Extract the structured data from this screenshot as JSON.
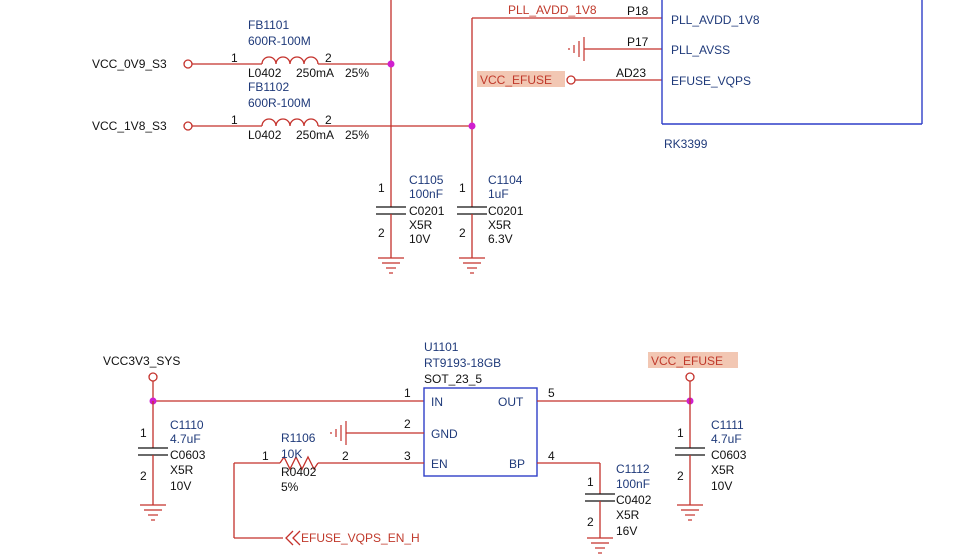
{
  "ferrite_beads": [
    {
      "ref": "FB1101",
      "value": "600R-100M",
      "footprint": "L0402",
      "current": "250mA",
      "tolerance": "25%",
      "net": "VCC_0V9_S3",
      "pin1": "1",
      "pin2": "2"
    },
    {
      "ref": "FB1102",
      "value": "600R-100M",
      "footprint": "L0402",
      "current": "250mA",
      "tolerance": "25%",
      "net": "VCC_1V8_S3",
      "pin1": "1",
      "pin2": "2"
    }
  ],
  "caps_top": [
    {
      "ref": "C1105",
      "value": "100nF",
      "footprint": "C0201",
      "dielectric": "X5R",
      "voltage": "10V",
      "pin1": "1",
      "pin2": "2"
    },
    {
      "ref": "C1104",
      "value": "1uF",
      "footprint": "C0201",
      "dielectric": "X5R",
      "voltage": "6.3V",
      "pin1": "1",
      "pin2": "2"
    }
  ],
  "chip": {
    "name": "RK3399",
    "pins": [
      {
        "number": "P18",
        "name": "PLL_AVDD_1V8"
      },
      {
        "number": "P17",
        "name": "PLL_AVSS"
      },
      {
        "number": "AD23",
        "name": "EFUSE_VQPS"
      }
    ]
  },
  "nets": {
    "pll_avdd": "PLL_AVDD_1V8",
    "vcc_efuse": "VCC_EFUSE",
    "vcc3v3": "VCC3V3_SYS",
    "efuse_en": "EFUSE_VQPS_EN_H"
  },
  "regulator": {
    "ref": "U1101",
    "part": "RT9193-18GB",
    "package": "SOT_23_5",
    "pins": [
      {
        "number": "1",
        "name": "IN"
      },
      {
        "number": "2",
        "name": "GND"
      },
      {
        "number": "3",
        "name": "EN"
      },
      {
        "number": "5",
        "name": "OUT"
      },
      {
        "number": "4",
        "name": "BP"
      }
    ]
  },
  "resistor": {
    "ref": "R1106",
    "value": "10K",
    "footprint": "R0402",
    "tolerance": "5%",
    "pin1": "1",
    "pin2": "2"
  },
  "caps_bottom": [
    {
      "ref": "C1110",
      "value": "4.7uF",
      "footprint": "C0603",
      "dielectric": "X5R",
      "voltage": "10V",
      "pin1": "1",
      "pin2": "2"
    },
    {
      "ref": "C1111",
      "value": "4.7uF",
      "footprint": "C0603",
      "dielectric": "X5R",
      "voltage": "10V",
      "pin1": "1",
      "pin2": "2"
    },
    {
      "ref": "C1112",
      "value": "100nF",
      "footprint": "C0402",
      "dielectric": "X5R",
      "voltage": "16V",
      "pin1": "1",
      "pin2": "2"
    }
  ],
  "colors": {
    "wire": "#c4312b",
    "chip_outline": "#2f3fc8",
    "junction": "#d01fcf",
    "net_highlight": "#f2c7b3",
    "ref_text": "#1f3a7a"
  }
}
